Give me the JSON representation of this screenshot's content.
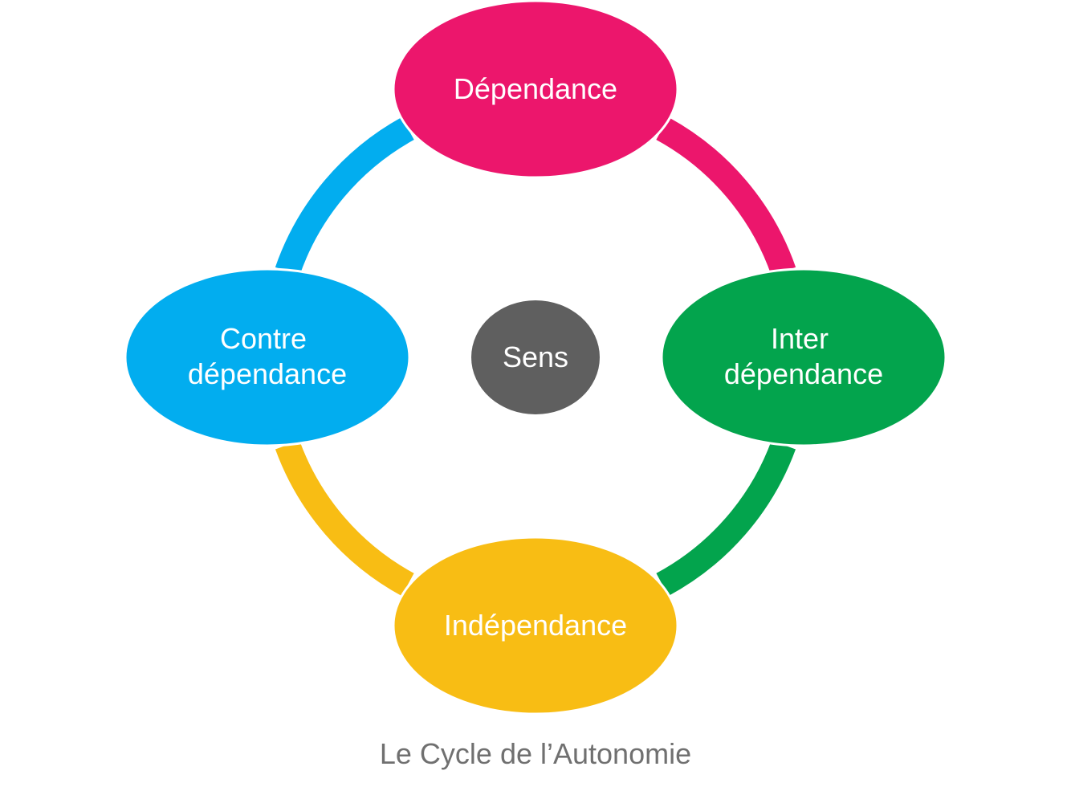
{
  "diagram": {
    "center": {
      "label": "Sens",
      "color": "#5f5f5f"
    },
    "nodes": [
      {
        "key": "dependance",
        "lines": [
          "Dépendance"
        ],
        "color": "#ec166c"
      },
      {
        "key": "interdependance",
        "lines": [
          "Inter",
          "dépendance"
        ],
        "color": "#03a44d"
      },
      {
        "key": "independance",
        "lines": [
          "Indépendance"
        ],
        "color": "#f8bd14"
      },
      {
        "key": "contredependance",
        "lines": [
          "Contre",
          "dépendance"
        ],
        "color": "#02adef"
      }
    ],
    "arcs": [
      {
        "from": "dependance",
        "to": "interdependance",
        "color": "#ec166c"
      },
      {
        "from": "interdependance",
        "to": "independance",
        "color": "#03a44d"
      },
      {
        "from": "independance",
        "to": "contredependance",
        "color": "#f8bd14"
      },
      {
        "from": "contredependance",
        "to": "dependance",
        "color": "#02adef"
      }
    ]
  },
  "caption": "Le Cycle de l’Autonomie"
}
